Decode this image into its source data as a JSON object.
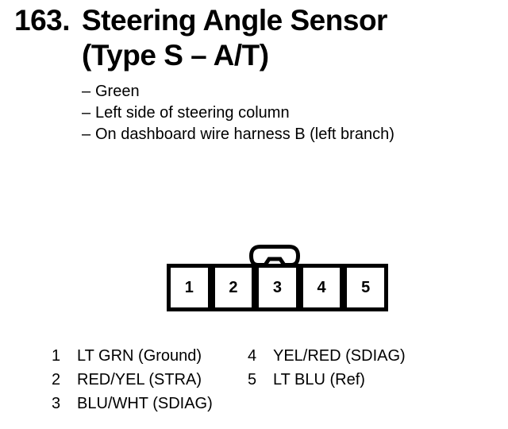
{
  "page": {
    "background_color": "#ffffff",
    "ink_color": "#000000"
  },
  "heading": {
    "number": "163.",
    "line1": "Steering Angle Sensor",
    "line2": "(Type S – A/T)"
  },
  "bullets": {
    "dash": "–",
    "items": [
      "Green",
      "Left side of steering column",
      "On dashboard wire harness B (left branch)"
    ]
  },
  "connector": {
    "cavity_count": "5",
    "pins": [
      {
        "num": "1",
        "label": "LT GRN (Ground)"
      },
      {
        "num": "2",
        "label": "RED/YEL (STRA)"
      },
      {
        "num": "3",
        "label": "BLU/WHT (SDIAG)"
      },
      {
        "num": "4",
        "label": "YEL/RED (SDIAG)"
      },
      {
        "num": "5",
        "label": "LT BLU (Ref)"
      }
    ]
  }
}
